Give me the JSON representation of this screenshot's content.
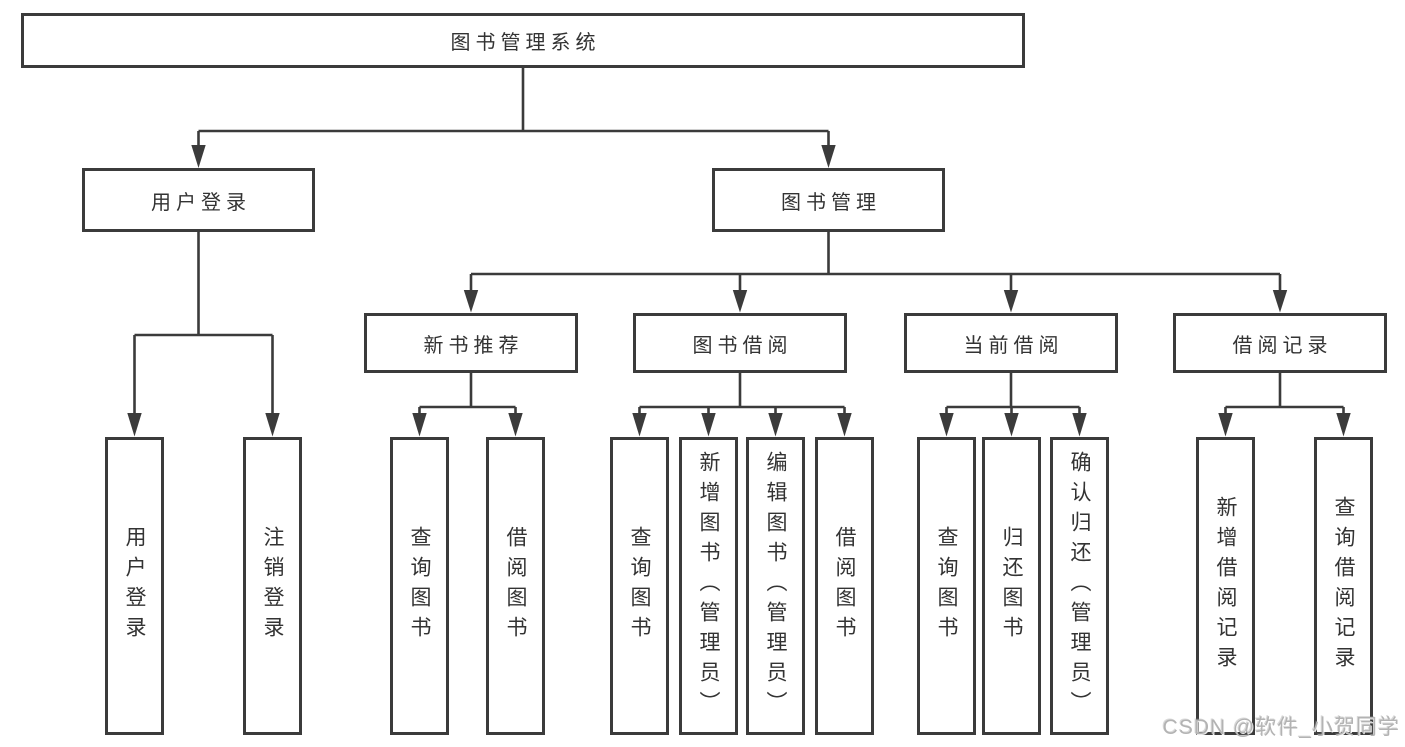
{
  "colors": {
    "line": "#3b3b3b",
    "box_border": "#3b3b3b",
    "text": "#333333",
    "watermark": "#b3b3b3",
    "background": "#ffffff"
  },
  "tree": {
    "root": {
      "label": "图书管理系统"
    },
    "branches": [
      {
        "label": "用户登录",
        "children": [
          {
            "label": "用户登录"
          },
          {
            "label": "注销登录"
          }
        ]
      },
      {
        "label": "图书管理",
        "children": [
          {
            "label": "新书推荐",
            "children": [
              {
                "label": "查询图书"
              },
              {
                "label": "借阅图书"
              }
            ]
          },
          {
            "label": "图书借阅",
            "children": [
              {
                "label": "查询图书"
              },
              {
                "label": "新增图书（管理员）"
              },
              {
                "label": "编辑图书（管理员）"
              },
              {
                "label": "借阅图书"
              }
            ]
          },
          {
            "label": "当前借阅",
            "children": [
              {
                "label": "查询图书"
              },
              {
                "label": "归还图书"
              },
              {
                "label": "确认归还（管理员）"
              }
            ]
          },
          {
            "label": "借阅记录",
            "children": [
              {
                "label": "新增借阅记录"
              },
              {
                "label": "查询借阅记录"
              }
            ]
          }
        ]
      }
    ]
  },
  "watermark": {
    "text": "CSDN @软件_小贺同学"
  }
}
